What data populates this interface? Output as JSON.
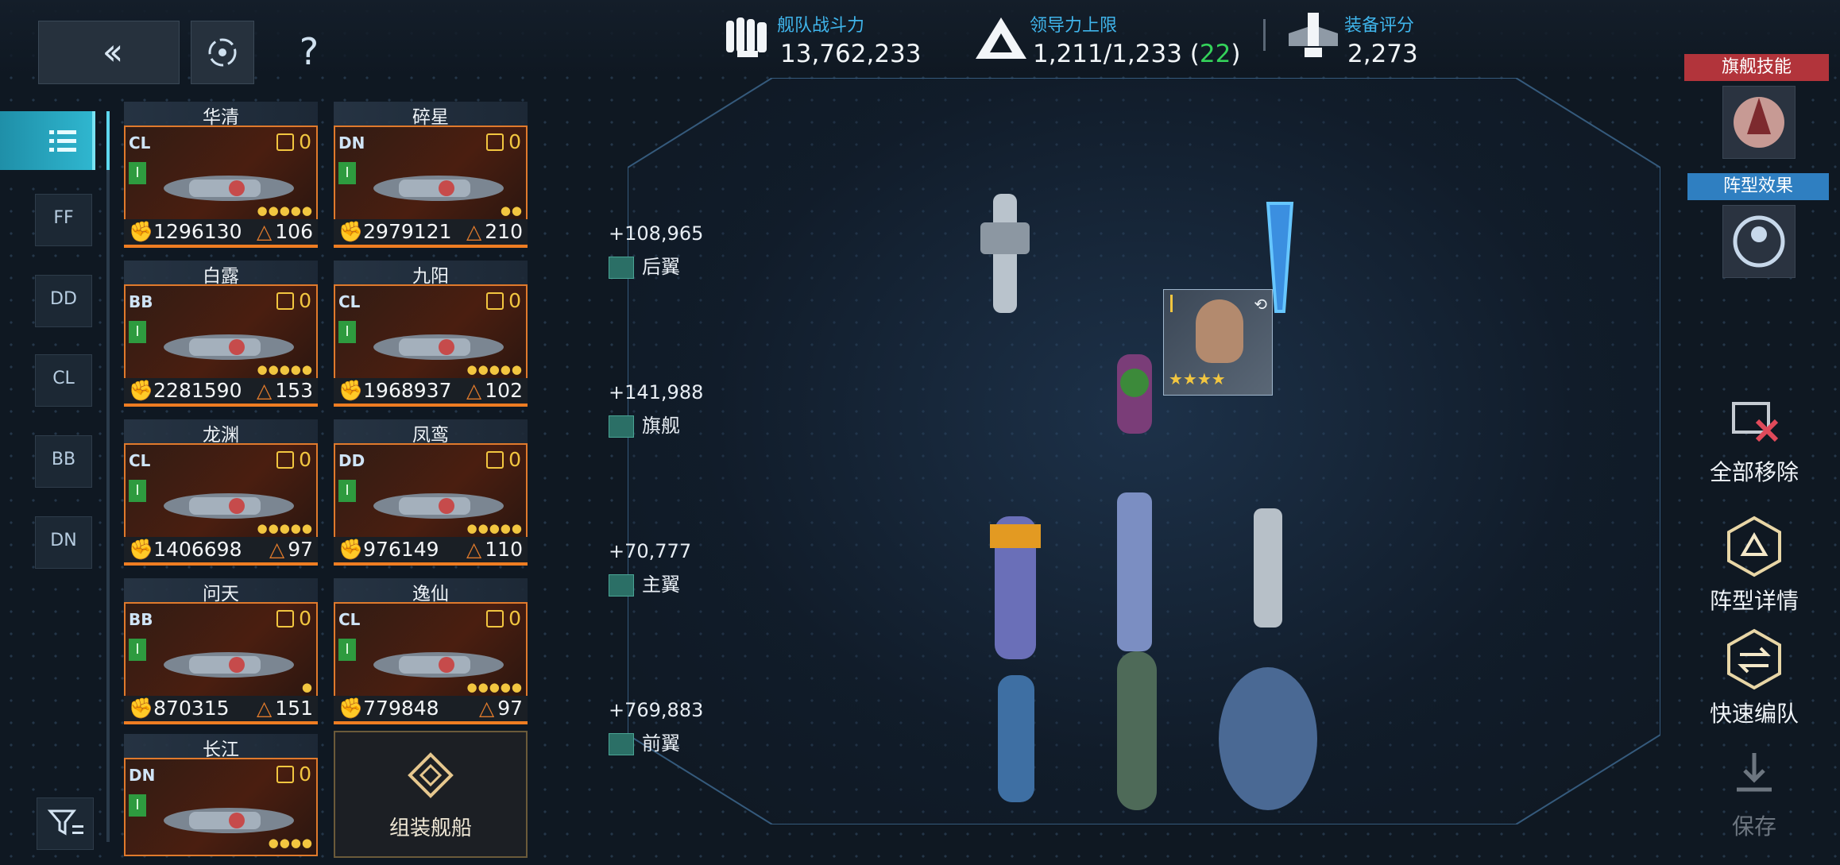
{
  "top": {
    "power_label": "舰队战斗力",
    "power_value": "13,762,233",
    "leader_label": "领导力上限",
    "leader_value": "1,211/1,233 (",
    "leader_extra": "22",
    "leader_close": ")",
    "gear_label": "装备评分",
    "gear_value": "2,273"
  },
  "sidebar": {
    "classes": [
      "FF",
      "DD",
      "CL",
      "BB",
      "DN"
    ]
  },
  "ships": [
    {
      "name": "华清",
      "cls": "CL",
      "lvl": "I",
      "count": "0",
      "power": "1296130",
      "cost": "106",
      "pips": "●●●●●"
    },
    {
      "name": "碎星",
      "cls": "DN",
      "lvl": "I",
      "count": "0",
      "power": "2979121",
      "cost": "210",
      "pips": "●●"
    },
    {
      "name": "白露",
      "cls": "BB",
      "lvl": "I",
      "count": "0",
      "power": "2281590",
      "cost": "153",
      "pips": "●●●●●"
    },
    {
      "name": "九阳",
      "cls": "CL",
      "lvl": "I",
      "count": "0",
      "power": "1968937",
      "cost": "102",
      "pips": "●●●●●"
    },
    {
      "name": "龙渊",
      "cls": "CL",
      "lvl": "I",
      "count": "0",
      "power": "1406698",
      "cost": "97",
      "pips": "●●●●●"
    },
    {
      "name": "凤鸾",
      "cls": "DD",
      "lvl": "I",
      "count": "0",
      "power": "976149",
      "cost": "110",
      "pips": "●●●●●"
    },
    {
      "name": "问天",
      "cls": "BB",
      "lvl": "I",
      "count": "0",
      "power": "870315",
      "cost": "151",
      "pips": "●"
    },
    {
      "name": "逸仙",
      "cls": "CL",
      "lvl": "I",
      "count": "0",
      "power": "779848",
      "cost": "97",
      "pips": "●●●●●"
    },
    {
      "name": "长江",
      "cls": "DN",
      "lvl": "I",
      "count": "0",
      "power": "",
      "cost": "",
      "pips": "●●●●"
    }
  ],
  "assemble_label": "组装舰船",
  "rows": [
    {
      "bonus": "+108,965",
      "name": "后翼"
    },
    {
      "bonus": "+141,988",
      "name": "旗舰"
    },
    {
      "bonus": "+70,777",
      "name": "主翼"
    },
    {
      "bonus": "+769,883",
      "name": "前翼"
    }
  ],
  "commander_stars": "★★★★",
  "right": {
    "skill_label": "旗舰技能",
    "formation_label": "阵型效果",
    "remove_all": "全部移除",
    "formation_detail": "阵型详情",
    "quick_team": "快速编队",
    "save": "保存"
  },
  "colors": {
    "accent": "#3fb4ea",
    "card_border": "#e07a2c",
    "leader_extra": "#34d25a"
  }
}
